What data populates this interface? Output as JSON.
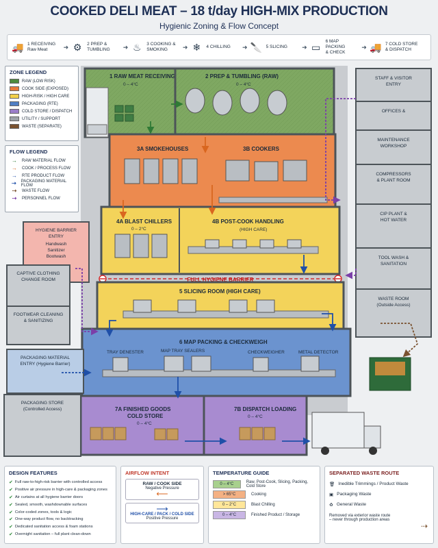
{
  "title": "COOKED DELI MEAT – 18 t/day HIGH-MIX PRODUCTION",
  "subtitle": "Hygienic Zoning & Flow Concept",
  "process_steps": [
    {
      "icon": "truck-icon",
      "label": "1 RECEIVING\nRaw Meat"
    },
    {
      "icon": "tumbler-icon",
      "label": "2 PREP &\nTUMBLING"
    },
    {
      "icon": "steam-icon",
      "label": "3 COOKING &\nSMOKING"
    },
    {
      "icon": "snowflake-icon",
      "label": "4 CHILLING"
    },
    {
      "icon": "slicer-icon",
      "label": "5 SLICING"
    },
    {
      "icon": "tray-icon",
      "label": "6 MAP PACKING\n& CHECK"
    },
    {
      "icon": "truck-icon",
      "label": "7 COLD STORE\n& DISPATCH"
    }
  ],
  "zone_legend": {
    "title": "ZONE LEGEND",
    "items": [
      {
        "label": "RAW (LOW RISK)",
        "color": "#4e8a3e"
      },
      {
        "label": "COOK SIDE (EXPOSED)",
        "color": "#e8793a"
      },
      {
        "label": "HIGH-RISK / HIGH CARE",
        "color": "#f2d04a"
      },
      {
        "label": "PACKAGING (RTE)",
        "color": "#4f7fc4"
      },
      {
        "label": "COLD STORE / DISPATCH",
        "color": "#9b7ec8"
      },
      {
        "label": "UTILITY / SUPPORT",
        "color": "#9da3a8"
      },
      {
        "label": "WASTE (SEPARATE)",
        "color": "#7a5230"
      }
    ]
  },
  "flow_legend": {
    "title": "FLOW LEGEND",
    "items": [
      {
        "label": "RAW MATERIAL FLOW",
        "color": "#2f7a35",
        "glyph": "→"
      },
      {
        "label": "COOK / PROCESS FLOW",
        "color": "#d9661f",
        "glyph": "→"
      },
      {
        "label": "RTE PRODUCT FLOW",
        "color": "#1f4fa8",
        "glyph": "→"
      },
      {
        "label": "PACKAGING MATERIAL FLOW",
        "color": "#1f4fa8",
        "glyph": "⇢"
      },
      {
        "label": "WASTE FLOW",
        "color": "#7a5230",
        "glyph": "⇢"
      },
      {
        "label": "PERSONNEL FLOW",
        "color": "#7b3fa8",
        "glyph": "⇢"
      }
    ]
  },
  "zones": {
    "z1": {
      "name": "1 RAW MEAT RECEIVING",
      "temp": "0 – 4°C"
    },
    "z2": {
      "name": "2 PREP & TUMBLING (RAW)",
      "temp": "0 – 4°C"
    },
    "z3a": {
      "name": "3A SMOKEHOUSES"
    },
    "z3b": {
      "name": "3B COOKERS"
    },
    "z4a": {
      "name": "4A BLAST CHILLERS",
      "temp": "0 – 2°C"
    },
    "z4b": {
      "name": "4B POST-COOK HANDLING",
      "sub": "(HIGH CARE)"
    },
    "barrier": "FULL HYGIENE BARRIER",
    "z5": {
      "name": "5 SLICING ROOM (HIGH CARE)"
    },
    "z6": {
      "name": "6 MAP PACKING & CHECKWEIGH"
    },
    "z6_machines": [
      "TRAY DENESTER",
      "MAP TRAY SEALERS",
      "CHECKWEIGHER",
      "METAL DETECTOR"
    ],
    "z7a": {
      "name": "7A FINISHED GOODS",
      "name2": "COLD STORE",
      "temp": "0 – 4°C"
    },
    "z7b": {
      "name": "7B DISPATCH LOADING",
      "temp": "0 – 4°C"
    }
  },
  "left_rooms": [
    {
      "name": "HYGIENE BARRIER",
      "name2": "ENTRY",
      "lines": [
        "Handwash",
        "Sanitizer",
        "Bootwash"
      ]
    },
    {
      "name": "CAPTIVE CLOTHING",
      "name2": "CHANGE ROOM",
      "lines": []
    },
    {
      "name": "FOOTWEAR CLEANING",
      "name2": "& SANITIZING",
      "lines": []
    },
    {
      "name": "PACKAGING MATERIAL",
      "name2": "ENTRY (Hygiene Barrier)",
      "lines": []
    },
    {
      "name": "PACKAGING STORE",
      "name2": "(Controlled Access)",
      "lines": []
    }
  ],
  "right_rooms": [
    {
      "name": "STAFF & VISITOR",
      "name2": "ENTRY"
    },
    {
      "name": "OFFICES &",
      "name2": ""
    },
    {
      "name": "MAINTENANCE",
      "name2": "WORKSHOP"
    },
    {
      "name": "COMPRESSORS",
      "name2": "& PLANT ROOM"
    },
    {
      "name": "CIP PLANT &",
      "name2": "HOT WATER"
    },
    {
      "name": "TOOL WASH &",
      "name2": "SANITATION"
    },
    {
      "name": "WASTE ROOM",
      "name2": "(Outside Access)"
    }
  ],
  "design_features": {
    "title": "DESIGN FEATURES",
    "items": [
      "Full raw-to-high-risk barrier with controlled access",
      "Positive air pressure in high-care & packaging zones",
      "Air curtains at all hygiene barrier doors",
      "Sealed, smooth, washdownable surfaces",
      "Color-coded zones, tools & logic",
      "One-way product flow, no backtracking",
      "Dedicated sanitation access & foam stations",
      "Overnight sanitation – full plant clean-down"
    ]
  },
  "airflow": {
    "title": "AIRFLOW INTENT",
    "raw": {
      "label": "RAW / COOK SIDE",
      "sub": "Negative Pressure"
    },
    "high": {
      "label": "HIGH-CARE / PACK / COLD SIDE",
      "sub": "Positive Pressure"
    }
  },
  "temperature_guide": {
    "title": "TEMPERATURE GUIDE",
    "rows": [
      {
        "range": "0 – 4°C",
        "desc": "Raw, Post-Cook, Slicing, Packing, Cold Store",
        "color": "#a8d08d"
      },
      {
        "range": "> 65°C",
        "desc": "Cooking",
        "color": "#f4b183"
      },
      {
        "range": "0 – 2°C",
        "desc": "Blast Chilling",
        "color": "#ffe699"
      },
      {
        "range": "0 – 4°C",
        "desc": "Finished Product / Storage",
        "color": "#c9b6e4"
      }
    ]
  },
  "waste_route": {
    "title": "SEPARATED WASTE ROUTE",
    "items": [
      {
        "icon": "bin-icon",
        "label": "Inedible Trimmings / Product Waste"
      },
      {
        "icon": "box-icon",
        "label": "Packaging Waste"
      },
      {
        "icon": "recycle-icon",
        "label": "General Waste"
      }
    ],
    "note": "Removed via exterior waste route\n– never through production areas"
  }
}
